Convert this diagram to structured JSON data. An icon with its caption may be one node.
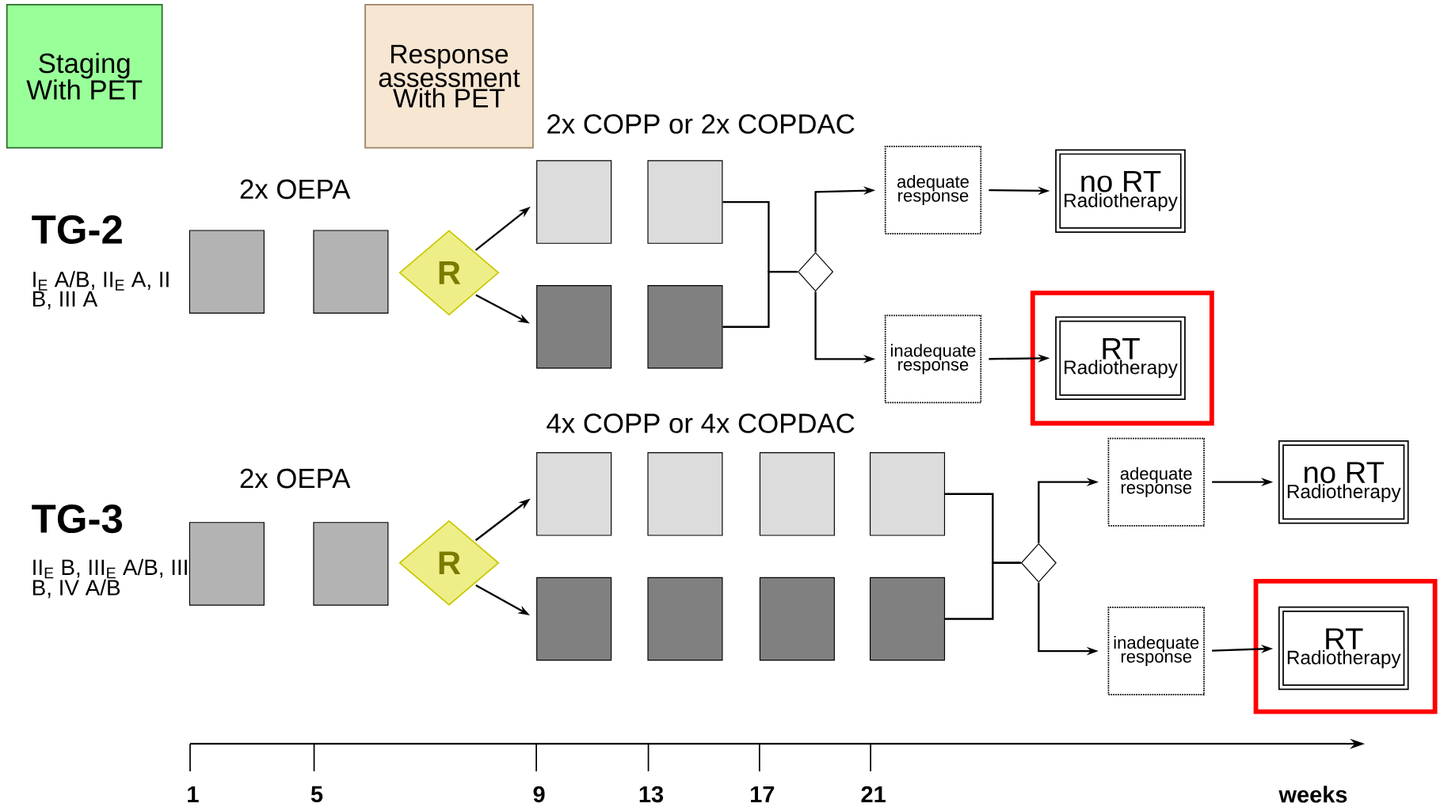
{
  "diagram": {
    "nodes": [
      {
        "text": [
          "Staging With PET"
        ]
      },
      {
        "text": [
          "Response assessment With PET"
        ]
      },
      {
        "text": [],
        "shape": "box"
      },
      {
        "text": [],
        "shape": "box"
      },
      {
        "text": [
          "R"
        ]
      },
      {
        "text": [],
        "shape": "box"
      },
      {
        "text": [],
        "shape": "box"
      },
      {
        "text": [],
        "shape": "box"
      },
      {
        "text": [],
        "shape": "box"
      },
      {
        "text": [],
        "shape": "diamond"
      },
      {
        "text": [
          "adequate response"
        ]
      },
      {
        "text": [
          "no RT",
          "Radiotherapy"
        ]
      },
      {
        "text": [
          "inadequate response"
        ]
      },
      {
        "text": [],
        "shape": "box"
      },
      {
        "text": [
          "RT",
          "Radiotherapy"
        ],
        "in": 13
      },
      {
        "text": [],
        "shape": "box"
      },
      {
        "text": [],
        "shape": "box"
      },
      {
        "text": [
          "R"
        ]
      },
      {
        "text": [],
        "shape": "box"
      },
      {
        "text": [],
        "shape": "box"
      },
      {
        "text": [],
        "shape": "box"
      },
      {
        "text": [],
        "shape": "box"
      },
      {
        "text": [],
        "shape": "box"
      },
      {
        "text": [],
        "shape": "box"
      },
      {
        "text": [],
        "shape": "box"
      },
      {
        "text": [],
        "shape": "box"
      },
      {
        "text": [],
        "shape": "diamond"
      },
      {
        "text": [
          "adequate response"
        ]
      },
      {
        "text": [
          "no RT",
          "Radiotherapy"
        ]
      },
      {
        "text": [
          "inadequate response"
        ]
      },
      {
        "text": [],
        "shape": "box"
      },
      {
        "text": [
          "RT",
          "Radiotherapy"
        ],
        "in": 30
      }
    ],
    "edges": [
      {
        "from": 4,
        "to": 5,
        "arrow": "to"
      },
      {
        "from": 4,
        "to": 7,
        "arrow": "to"
      },
      {
        "from": 6,
        "to": 9,
        "arrow": "none"
      },
      {
        "from": 8,
        "to": 9,
        "arrow": "none"
      },
      {
        "from": 9,
        "to": 10,
        "arrow": "to"
      },
      {
        "from": 9,
        "to": 12,
        "arrow": "to"
      },
      {
        "from": 10,
        "to": 11,
        "arrow": "to"
      },
      {
        "from": 12,
        "to": 14,
        "arrow": "to"
      },
      {
        "from": 17,
        "to": 18,
        "arrow": "to"
      },
      {
        "from": 17,
        "to": 22,
        "arrow": "to"
      },
      {
        "from": 21,
        "to": 26,
        "arrow": "none"
      },
      {
        "from": 25,
        "to": 26,
        "arrow": "none"
      },
      {
        "from": 26,
        "to": 27,
        "arrow": "to"
      },
      {
        "from": 26,
        "to": 29,
        "arrow": "to"
      },
      {
        "from": 27,
        "to": 28,
        "arrow": "to"
      },
      {
        "from": 29,
        "to": 31,
        "arrow": "to"
      }
    ],
    "labels": [
      "2x COPP or 2x COPDAC",
      "2x OEPA",
      "TG-2",
      "I$_{E}$ A/B, II$_{E}$ A, II B, III A",
      "4x COPP or 4x COPDAC",
      "2x OEPA",
      "TG-3",
      "II$_{E}$ B, III$_{E}$ A/B, III B, IV A/B",
      "1",
      "5",
      "9",
      "13",
      "17",
      "21",
      "weeks"
    ]
  }
}
